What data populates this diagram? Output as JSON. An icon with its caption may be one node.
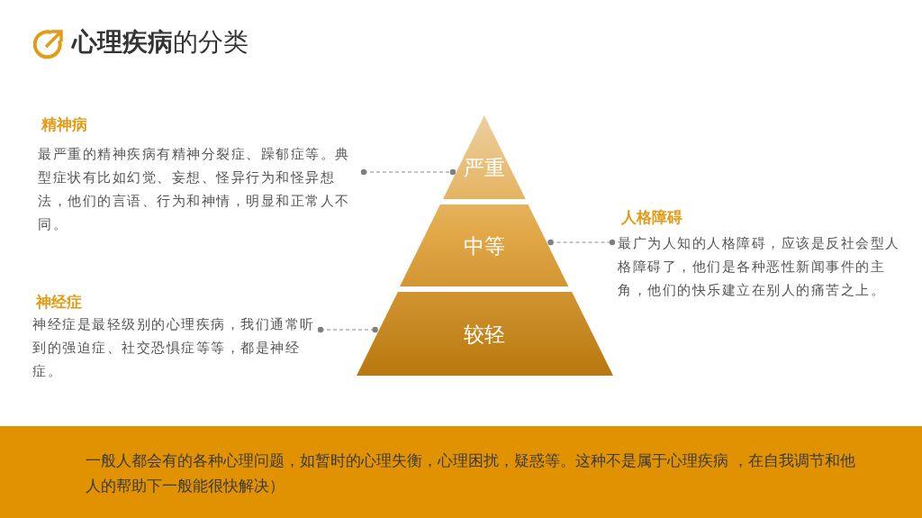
{
  "diagram": {
    "title": "**心理疾病**的分类",
    "nodes": [
      {
        "text": [
          "严重"
        ]
      },
      {
        "text": [
          "中等"
        ]
      },
      {
        "text": [
          "较轻"
        ]
      },
      {
        "text": [
          "精神病",
          "最严重的精神疾病有精神分裂症、躁郁症等。典型症状有比如幻觉、妄想、怪异行为和怪异想法，他们的言语、行为和神情，明显和正常人不同。"
        ]
      },
      {
        "text": [
          "人格障碍",
          "最广为人知的人格障碍，应该是反社会型人格障碍了，他们是各种恶性新闻事件的主角，他们的快乐建立在别人的痛苦之上。"
        ]
      },
      {
        "text": [
          "神经症",
          "神经症是最轻级别的心理疾病，我们通常听到的强迫症、社交恐惧症等等，都是神经症。"
        ]
      },
      {
        "text": [
          "一般人都会有的各种心理问题，如暂时的心理失衡，心理困扰，疑惑等。这种不是属于心理疾病 ，在自我调节和他人的帮助下一般能很快解决）"
        ]
      }
    ],
    "edges": [
      {
        "from": 3,
        "to": 0,
        "arrow": "other",
        "style": "dashed"
      },
      {
        "from": 1,
        "to": 4,
        "arrow": "other",
        "style": "dashed"
      },
      {
        "from": 5,
        "to": 2,
        "arrow": "other",
        "style": "dashed"
      }
    ]
  }
}
